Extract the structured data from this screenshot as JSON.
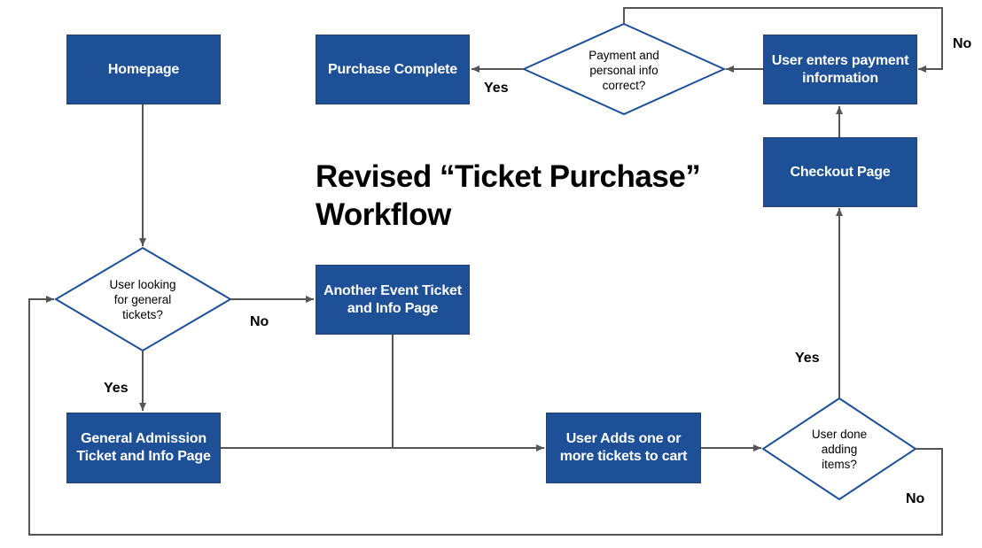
{
  "title": "Revised “Ticket Purchase” Workflow",
  "colors": {
    "box_fill": "#1d5097",
    "diamond_stroke": "#1d5097",
    "arrow": "#555555"
  },
  "nodes": {
    "homepage": "Homepage",
    "user_looking": "User looking for general tickets?",
    "another_event": "Another Event Ticket and Info Page",
    "general_admission": "General Admission Ticket and Info Page",
    "user_adds": "User Adds one or more tickets to cart",
    "user_done": "User done adding items?",
    "checkout": "Checkout Page",
    "user_enters": "User enters payment information",
    "payment_correct": "Payment and personal info correct?",
    "purchase_complete": "Purchase Complete"
  },
  "edge_labels": {
    "looking_no": "No",
    "looking_yes": "Yes",
    "done_yes": "Yes",
    "done_no": "No",
    "payment_yes": "Yes",
    "payment_no": "No"
  }
}
